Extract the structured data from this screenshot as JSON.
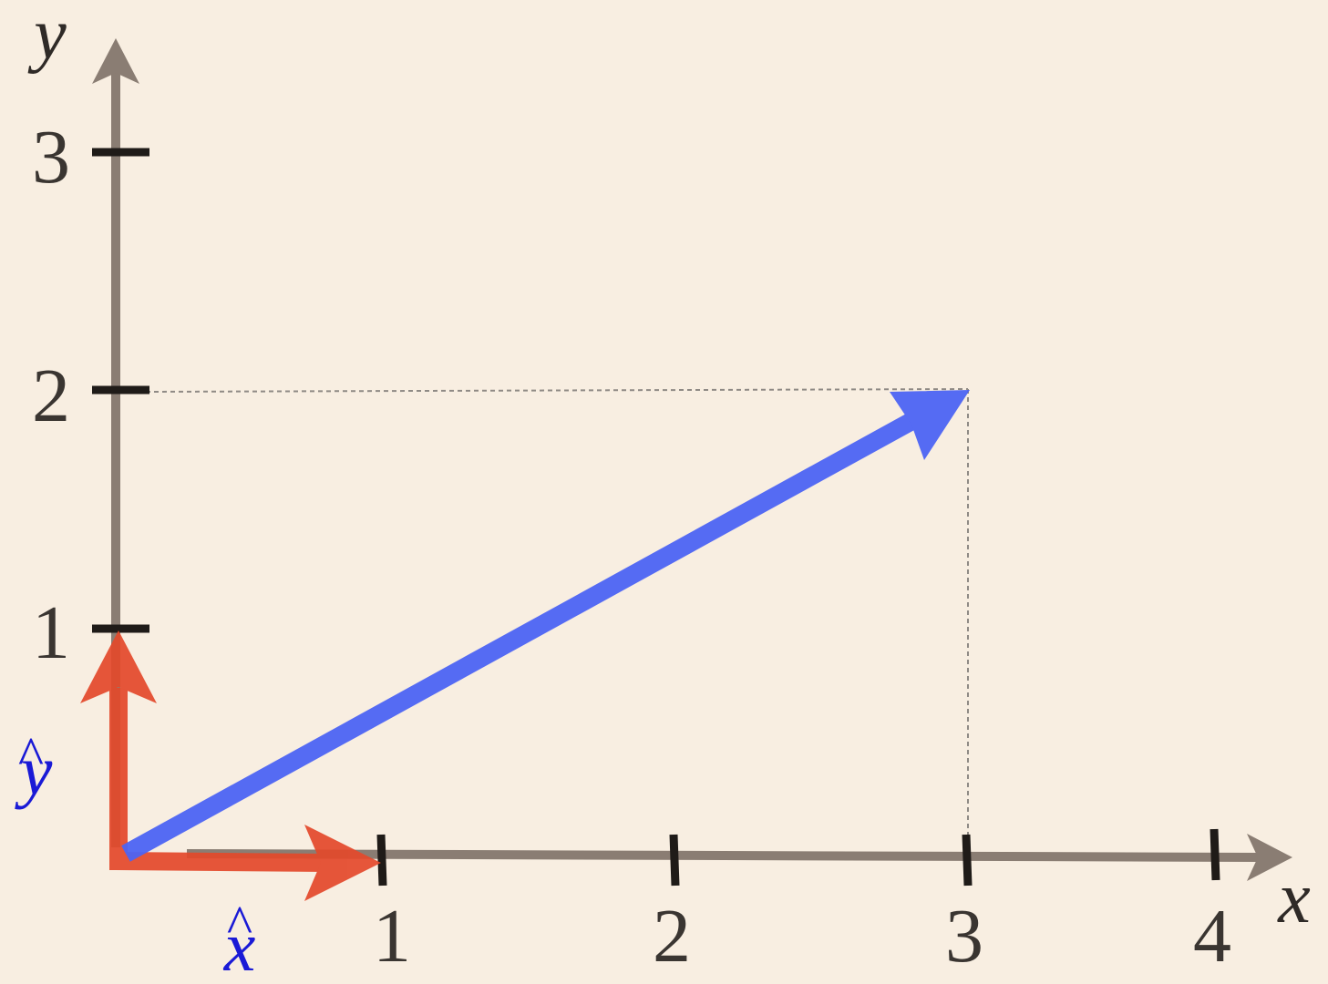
{
  "diagram": {
    "axis_label_x": "x",
    "axis_label_y": "y",
    "x_ticks": [
      "1",
      "2",
      "3",
      "4"
    ],
    "y_ticks": [
      "1",
      "2",
      "3"
    ],
    "basis_x_label": "x",
    "basis_y_label": "y",
    "hat_glyph": "^",
    "vector": {
      "x": 3,
      "y": 2
    },
    "colors": {
      "background": "#f8eee1",
      "axis": "#8a7d73",
      "tick": "#1f1b18",
      "basis": "#e4492b",
      "vector": "#4d64f4",
      "basis_label": "#1a1ad6",
      "guide": "#8f8a85"
    }
  }
}
